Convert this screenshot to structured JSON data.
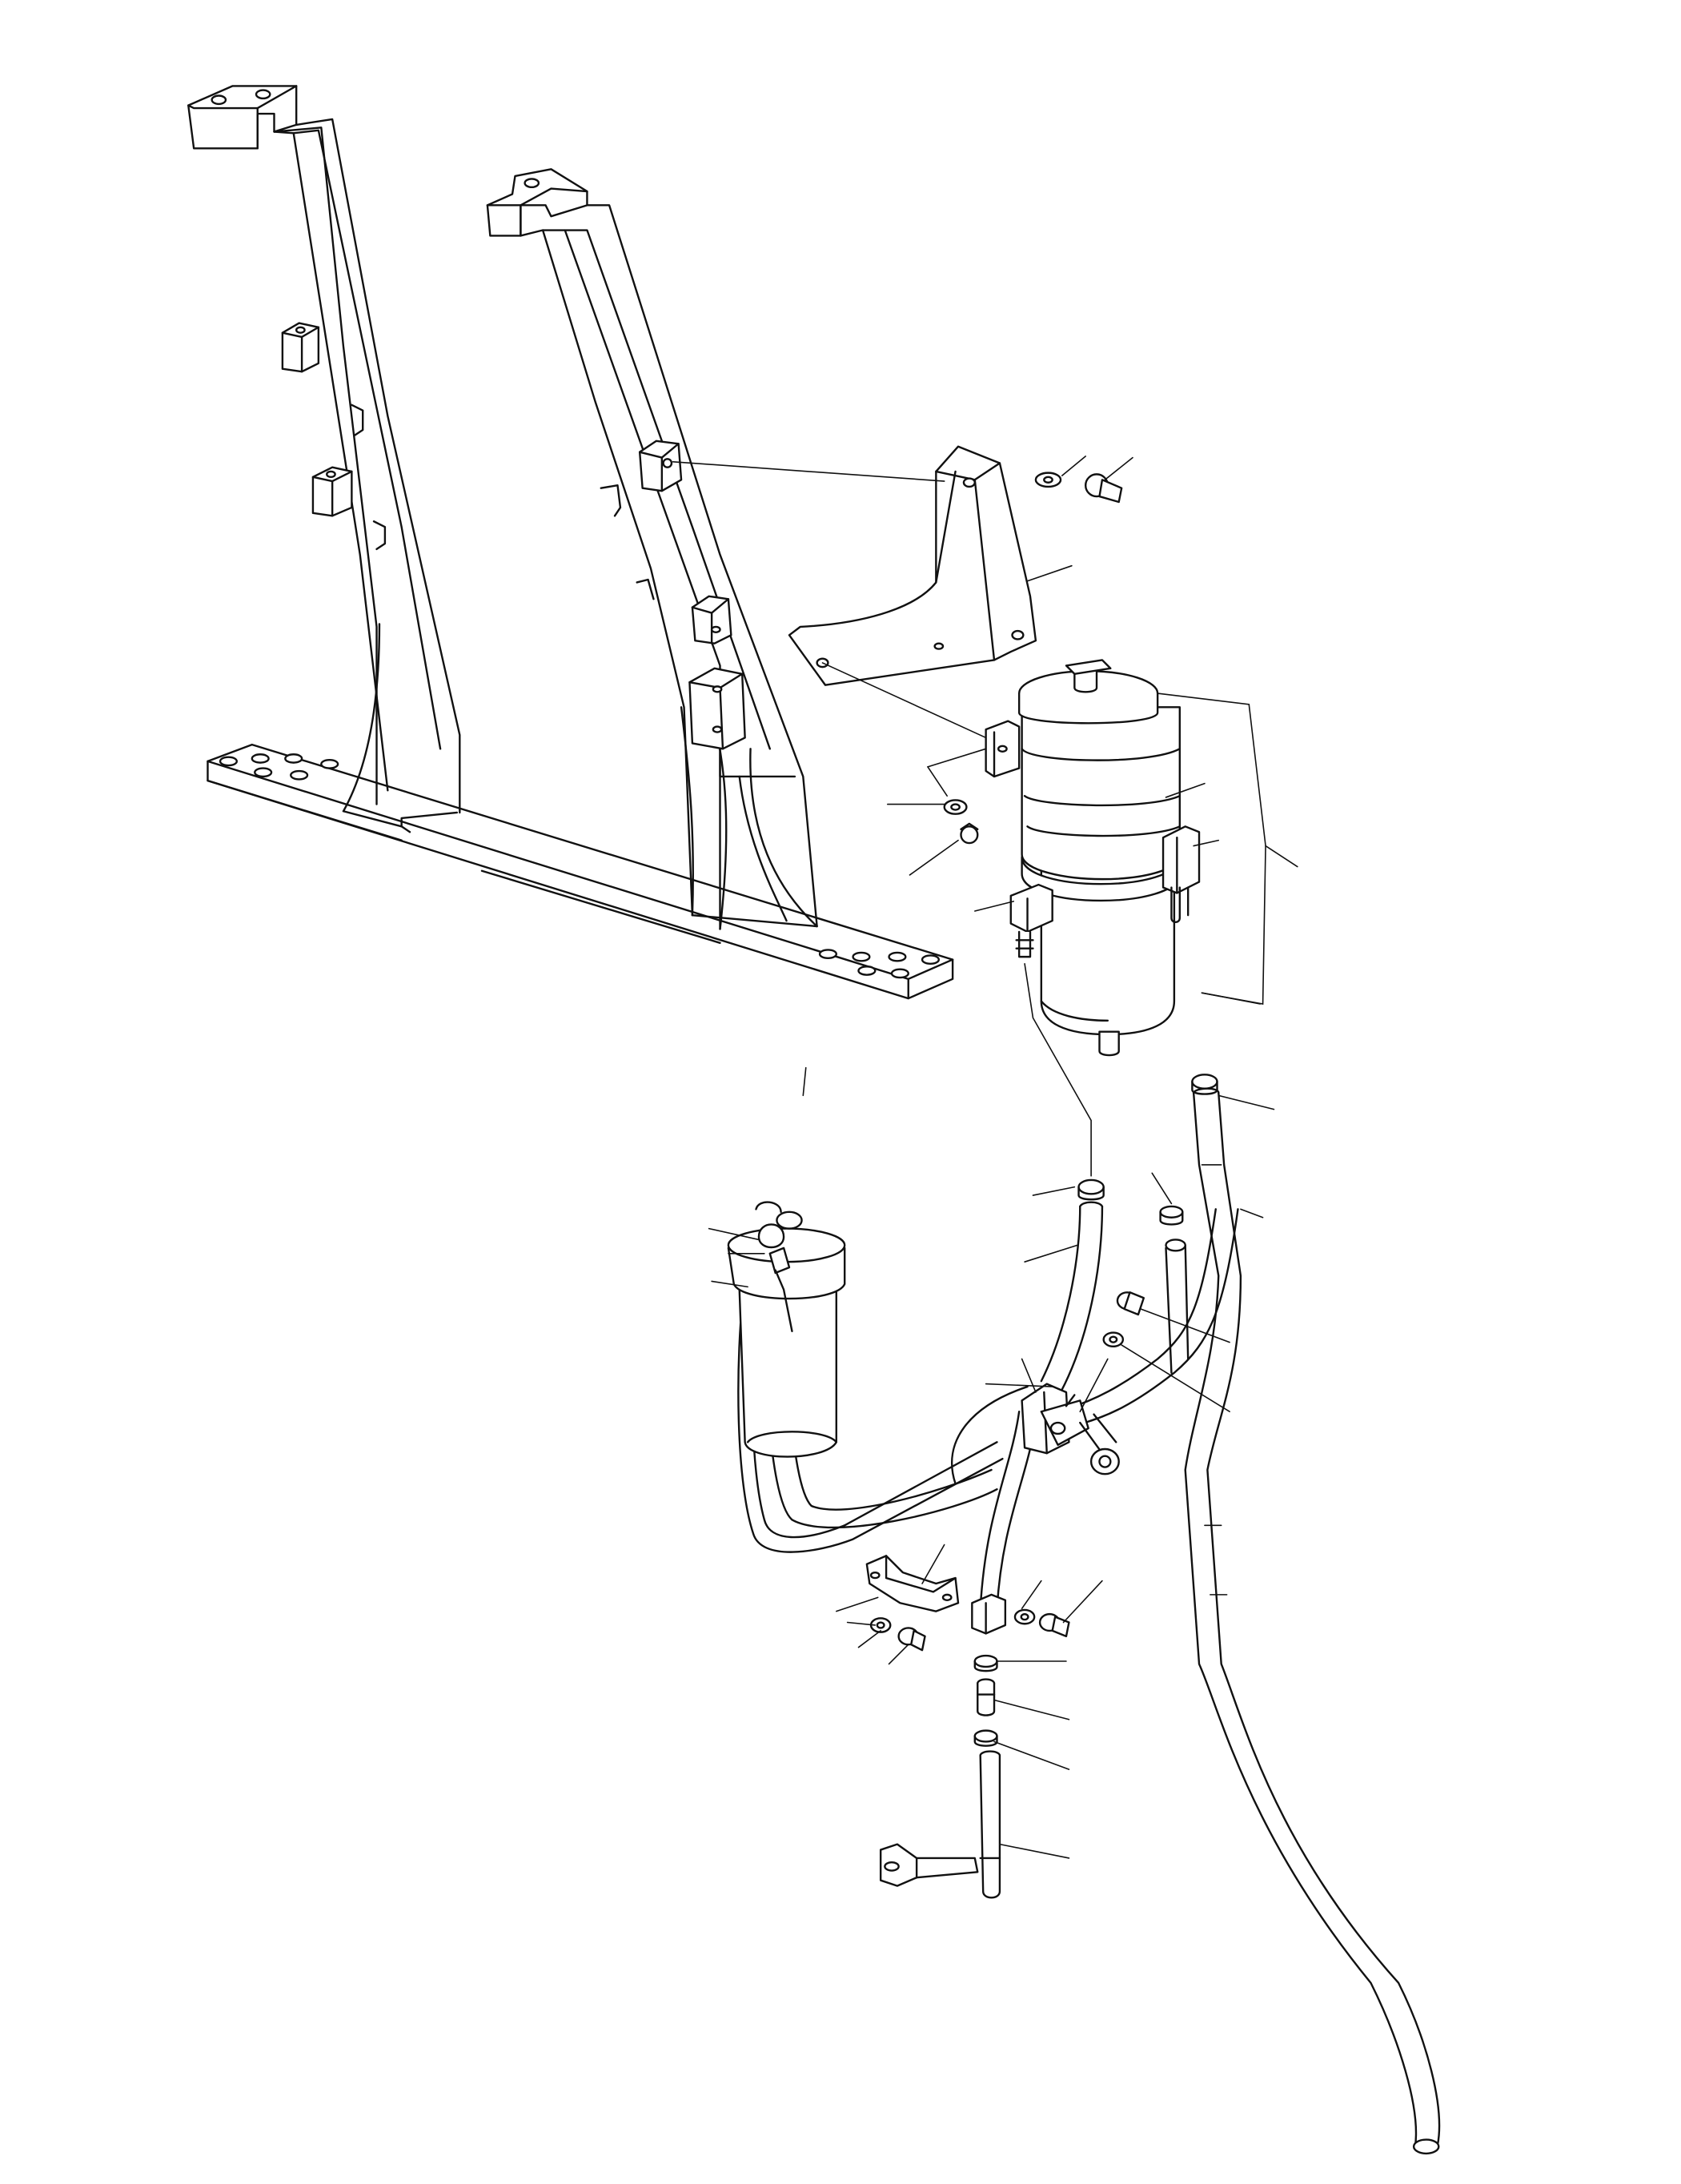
{
  "diagram": {
    "kind": "exploded-parts-drawing",
    "parts": [
      "frame-uprights",
      "frame-base-beam",
      "filter-mounting-bracket",
      "fuel-filter-water-separator",
      "filter-strap-clamp",
      "secondary-fuel-filter",
      "fuel-hose-long",
      "fuel-hose-short",
      "feed-pipe",
      "pipe-clip",
      "hose-fitting",
      "hose-clamps",
      "bolts",
      "washers"
    ],
    "callouts_printed": false,
    "stroke_color": "#111111",
    "background_color": "#ffffff"
  }
}
